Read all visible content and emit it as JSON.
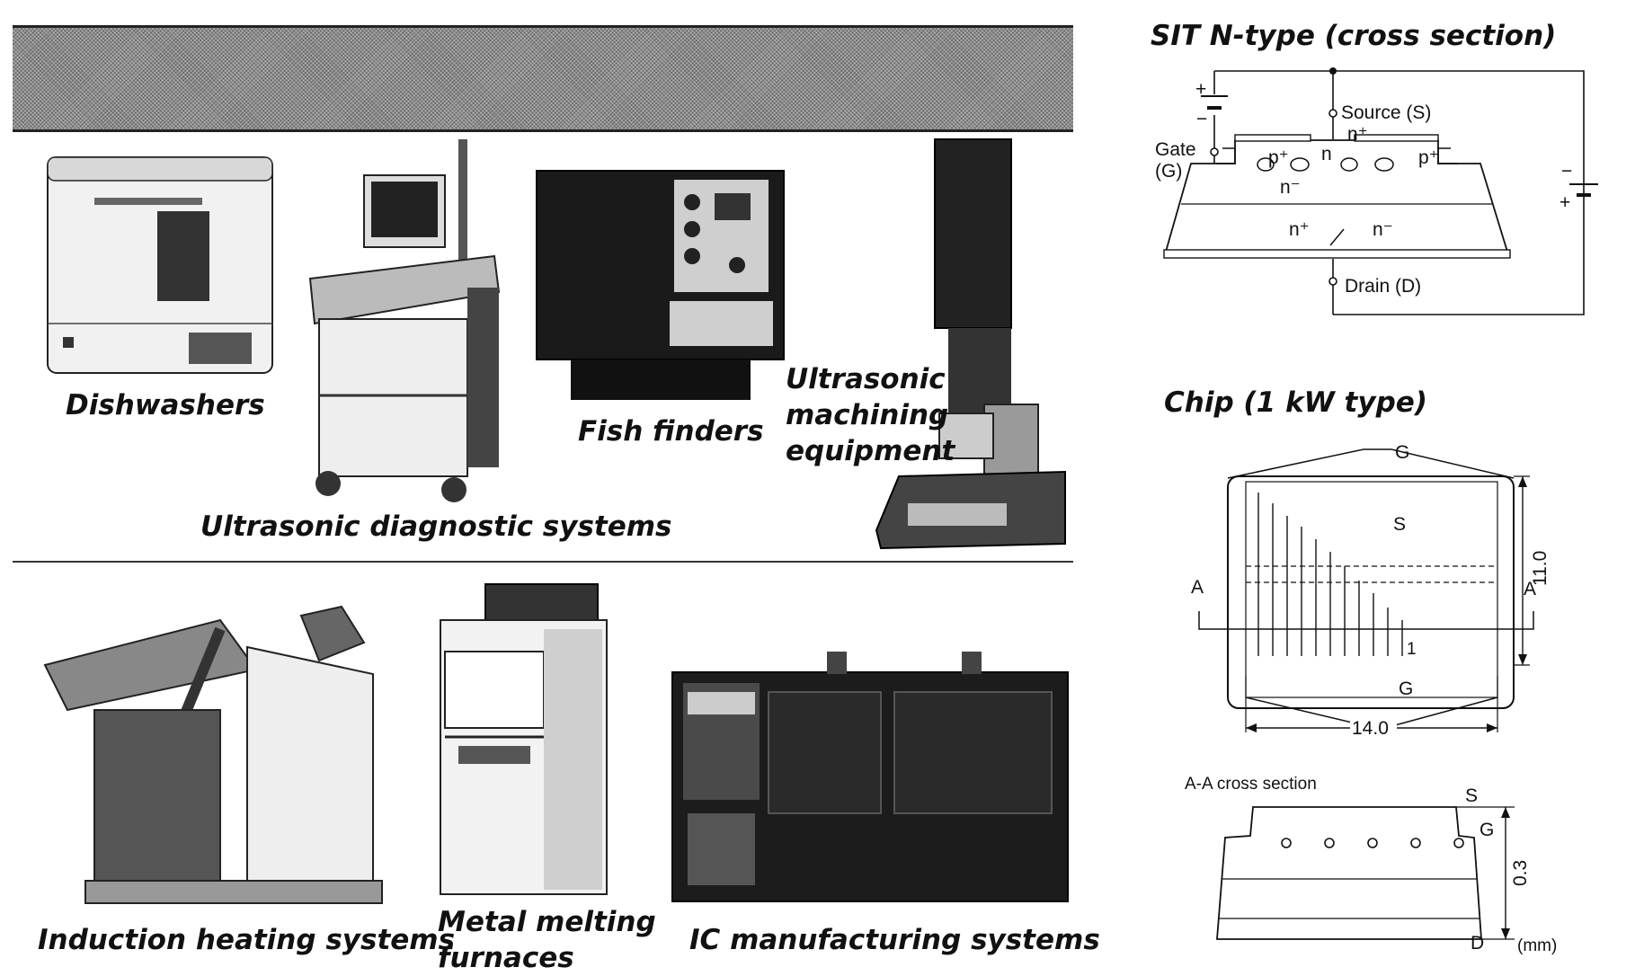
{
  "banner": {
    "style": "halftone"
  },
  "top_products": {
    "dishwashers": "Dishwashers",
    "ultrasonic_diagnostic": "Ultrasonic diagnostic systems",
    "fish_finders": "Fish finders",
    "ultrasonic_machining_1": "Ultrasonic",
    "ultrasonic_machining_2": "machining",
    "ultrasonic_machining_3": "equipment"
  },
  "bottom_products": {
    "induction_heating": "Induction heating systems",
    "metal_melting_1": "Metal melting",
    "metal_melting_2": "furnaces",
    "ic_manufacturing": "IC manufacturing systems"
  },
  "sit_diagram": {
    "title": "SIT N-type (cross section)",
    "source": "Source (S)",
    "gate_1": "Gate",
    "gate_2": "(G)",
    "drain": "Drain (D)",
    "n_plus": "n⁺",
    "n": "n",
    "n_minus": "n⁻",
    "p_plus": "p⁺",
    "plus": "+",
    "minus": "−"
  },
  "chip_diagram": {
    "title": "Chip (1 kW type)",
    "g": "G",
    "s": "S",
    "a": "A",
    "d": "D",
    "one": "1",
    "width": "14.0",
    "height": "11.0",
    "thickness": "0.3",
    "cross_section": "A-A cross section",
    "unit": "(mm)"
  }
}
